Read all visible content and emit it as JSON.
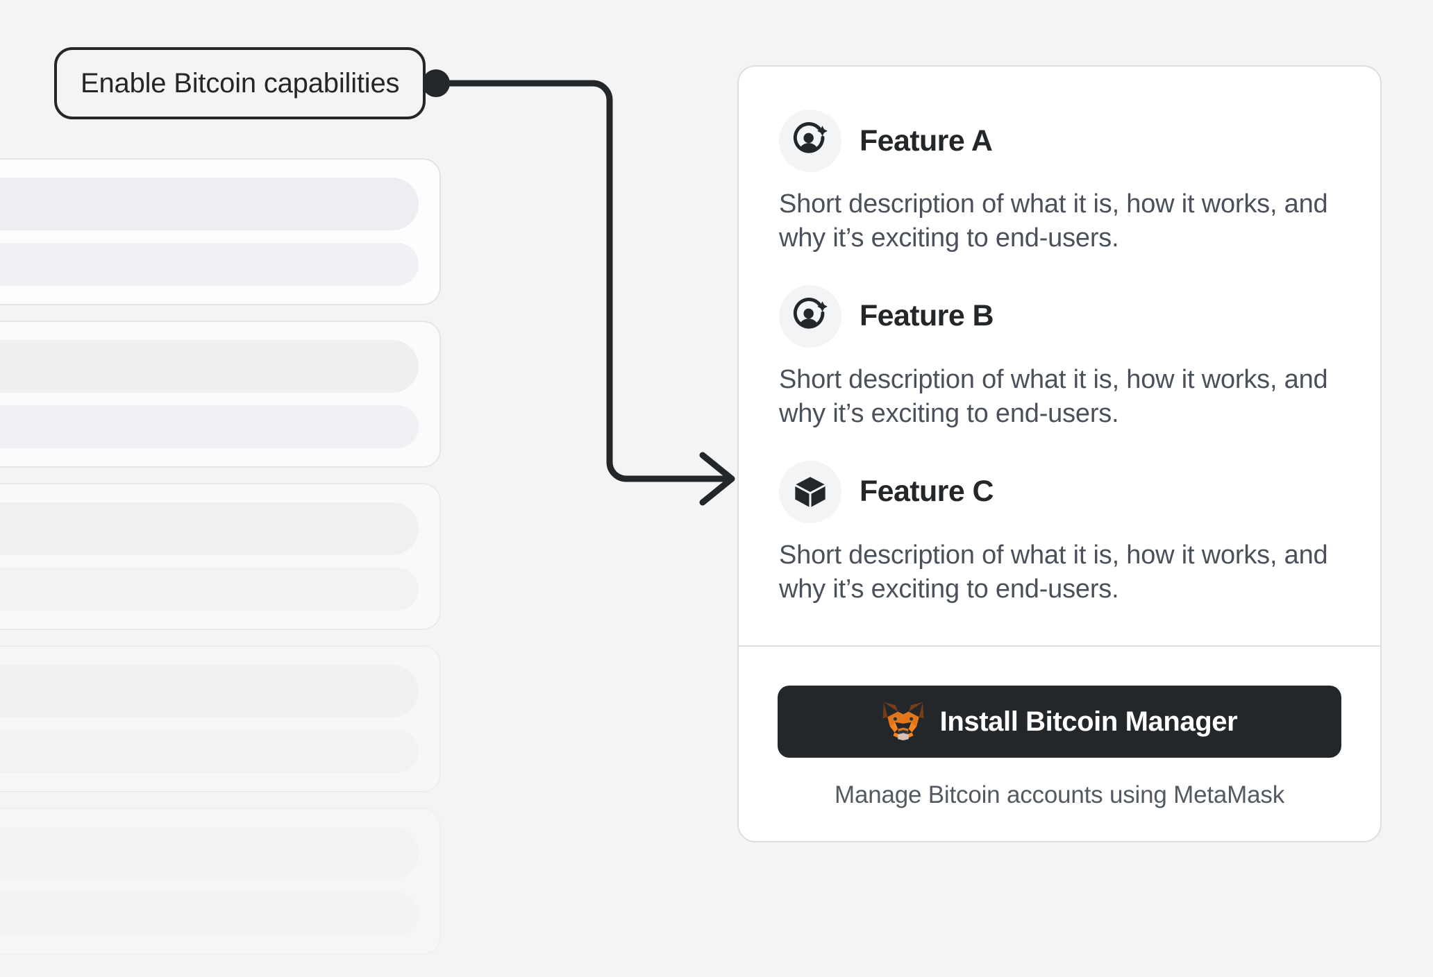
{
  "theme": {
    "page_background": "#F4F4F4",
    "card_background": "#FFFFFF",
    "card_border": "#DCDEE3",
    "ink": "#24272A",
    "muted_text": "#4A515A",
    "icon_chip_background": "#F2F4F6",
    "button_background": "#24272A",
    "button_text": "#FFFFFF",
    "fox_orange": "#E2761B",
    "fox_dark_brown": "#763D16",
    "fox_light_orange": "#F5841F",
    "fox_muzzle": "#D7C1B3"
  },
  "callout": {
    "label": "Enable Bitcoin capabilities",
    "connector_icon": "arrow-right-icon"
  },
  "card": {
    "features": [
      {
        "icon": "add-account-icon",
        "title": "Feature A",
        "description": "Short description of what it is, how it works, and why it’s exciting to end-users."
      },
      {
        "icon": "add-account-icon",
        "title": "Feature B",
        "description": "Short description of what it is, how it works, and why it’s exciting to end-users."
      },
      {
        "icon": "cube-icon",
        "title": "Feature C",
        "description": "Short description of what it is, how it works, and why it’s exciting to end-users."
      }
    ],
    "footer": {
      "button_label": "Install Bitcoin Manager",
      "button_icon": "metamask-fox-icon",
      "note": "Manage Bitcoin accounts using MetaMask"
    }
  },
  "background_list": {
    "placeholder_rows": [
      {
        "opacity": 1
      },
      {
        "opacity": 0.82
      },
      {
        "opacity": 0.6
      },
      {
        "opacity": 0.4
      },
      {
        "opacity": 0.22
      }
    ]
  }
}
